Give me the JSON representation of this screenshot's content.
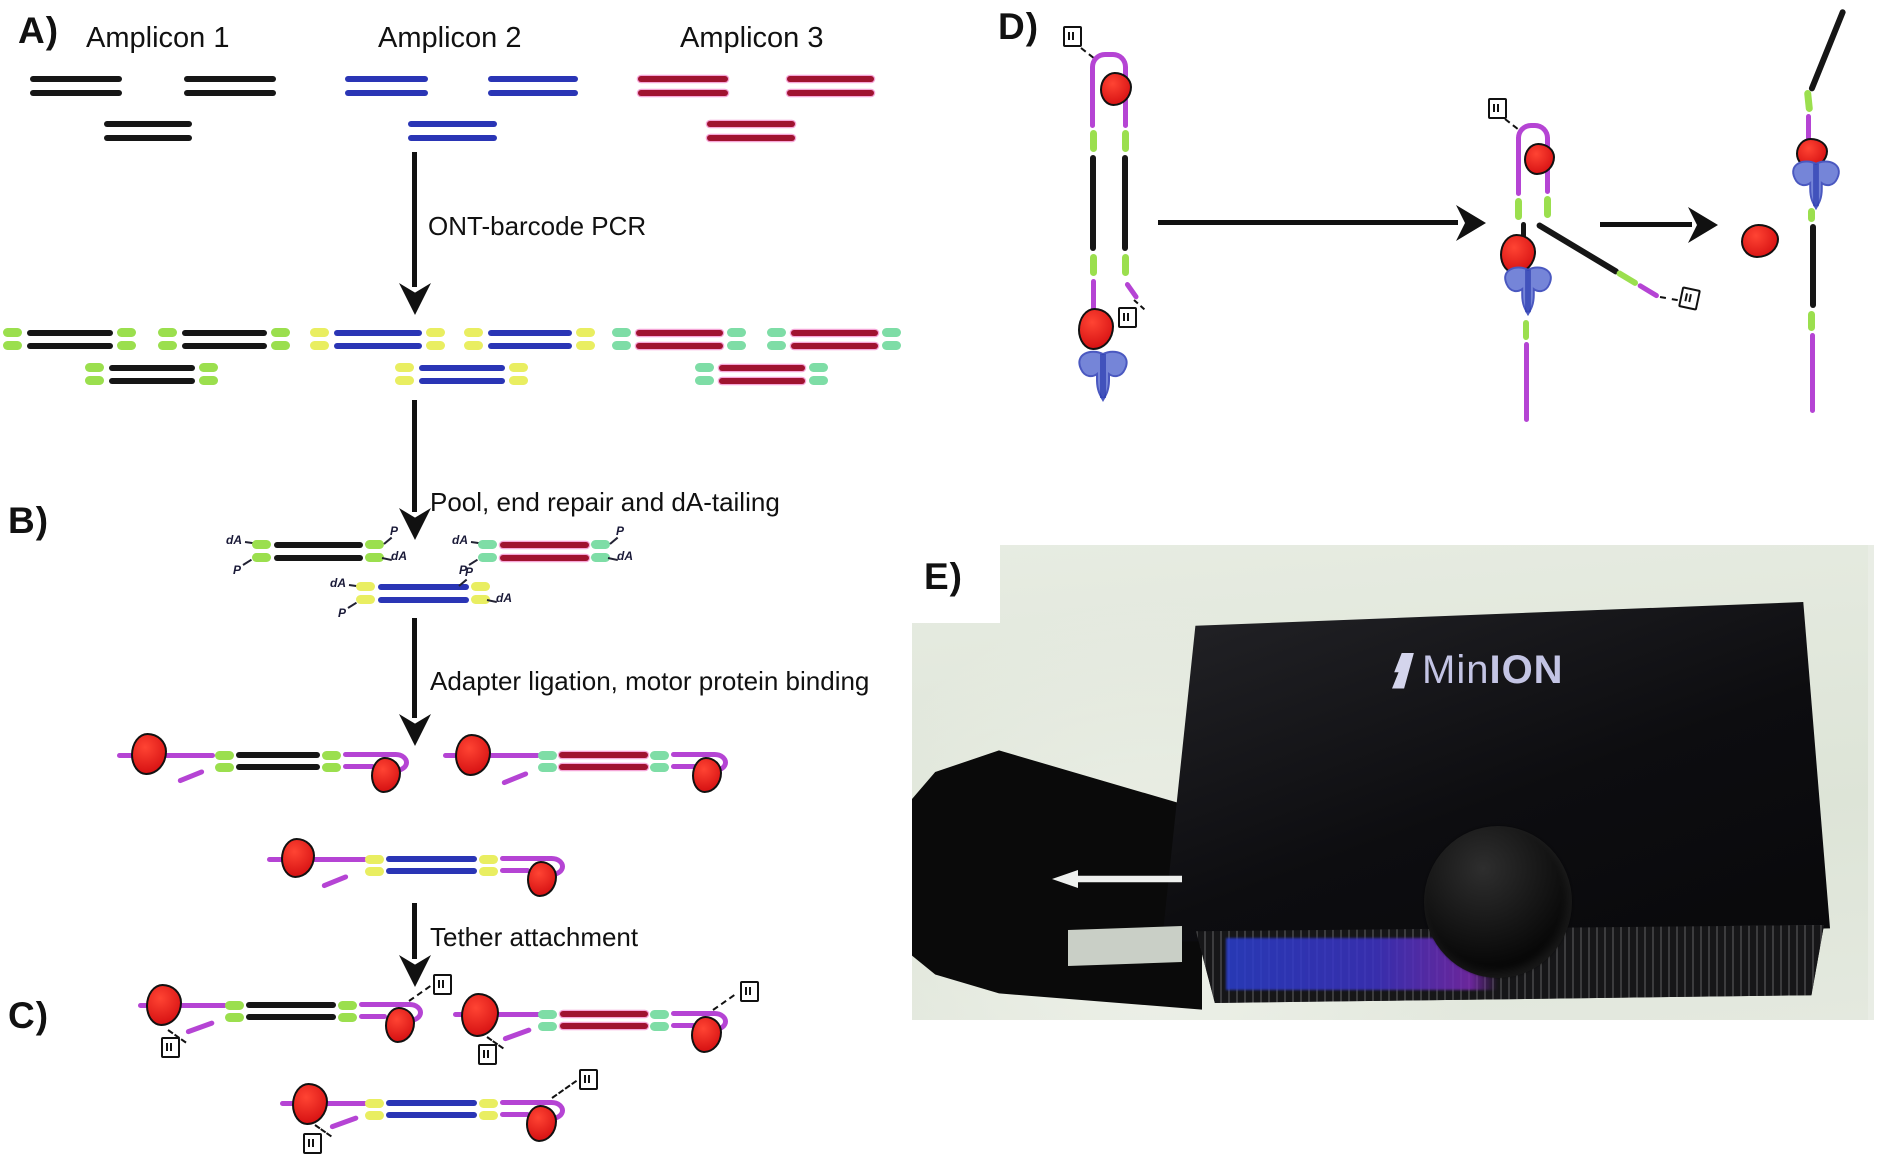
{
  "panels": {
    "a": "A)",
    "b": "B)",
    "c": "C)",
    "d": "D)",
    "e": "E)"
  },
  "amplicons": [
    {
      "label": "Amplicon 1",
      "strand_color": "#161616",
      "barcode_color": "#9bdf4e"
    },
    {
      "label": "Amplicon 2",
      "strand_color": "#2a35b5",
      "barcode_color": "#e9ee61"
    },
    {
      "label": "Amplicon 3",
      "strand_color": "#a01330",
      "barcode_color": "#7edda6"
    }
  ],
  "steps": {
    "step1": "ONT-barcode PCR",
    "step2": "Pool, end repair and dA-tailing",
    "step3": "Adapter ligation, motor protein binding",
    "step4": "Tether attachment"
  },
  "end_labels": {
    "da": "dA",
    "p": "P"
  },
  "device": {
    "logo_prefix": "Min",
    "logo_suffix": "ION"
  },
  "colors": {
    "adapter_purple": "#b544d4",
    "motor_protein_red": "#d91515",
    "nanopore_blue": "#7585d8",
    "barcode_lime": "#9bdf4e",
    "barcode_yellow": "#e9ee61",
    "barcode_mint": "#7edda6",
    "minion_logo": "#c3c4e4",
    "led_glow_blue": "#2b3fd0"
  }
}
